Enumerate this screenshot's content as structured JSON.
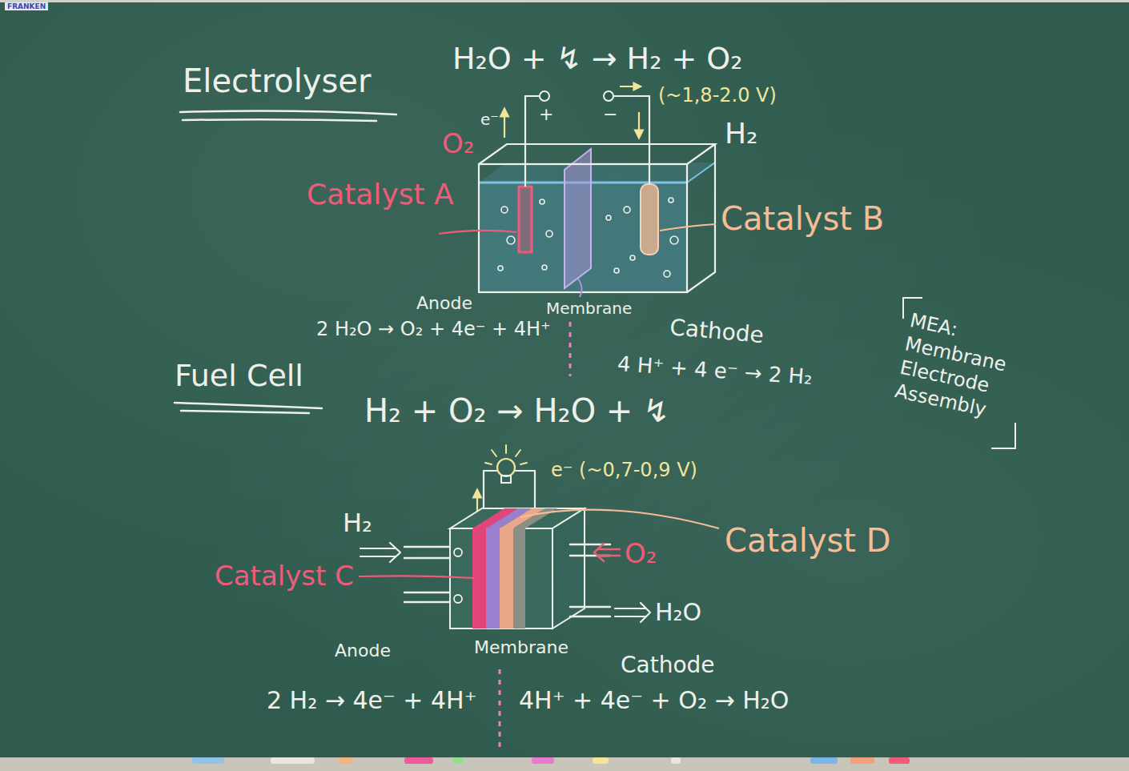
{
  "diagram": {
    "labels": [
      "FRANKEN",
      "Electrolyser",
      "H₂O + ↯ → H₂ + O₂",
      "(~1,8-2.0 V)",
      "e⁻",
      "+",
      "−",
      "O₂",
      "H₂",
      "Catalyst A",
      "Catalyst B",
      "Anode",
      "Membrane",
      "Cathode",
      "2 H₂O → O₂ + 4e⁻ + 4H⁺",
      "4 H⁺ + 4 e⁻ → 2 H₂",
      "MEA: Membrane Electrode Assembly",
      "Fuel Cell",
      "H₂ + O₂ → H₂O + ↯",
      "e⁻ (~0,7-0,9 V)",
      "H₂",
      "Catalyst C",
      "O₂",
      "Catalyst D",
      "H₂O",
      "Anode",
      "Membrane",
      "Cathode",
      "2 H₂ → 4e⁻ + 4H⁺",
      "4H⁺ + 4e⁻ + O₂ → H₂O"
    ]
  }
}
